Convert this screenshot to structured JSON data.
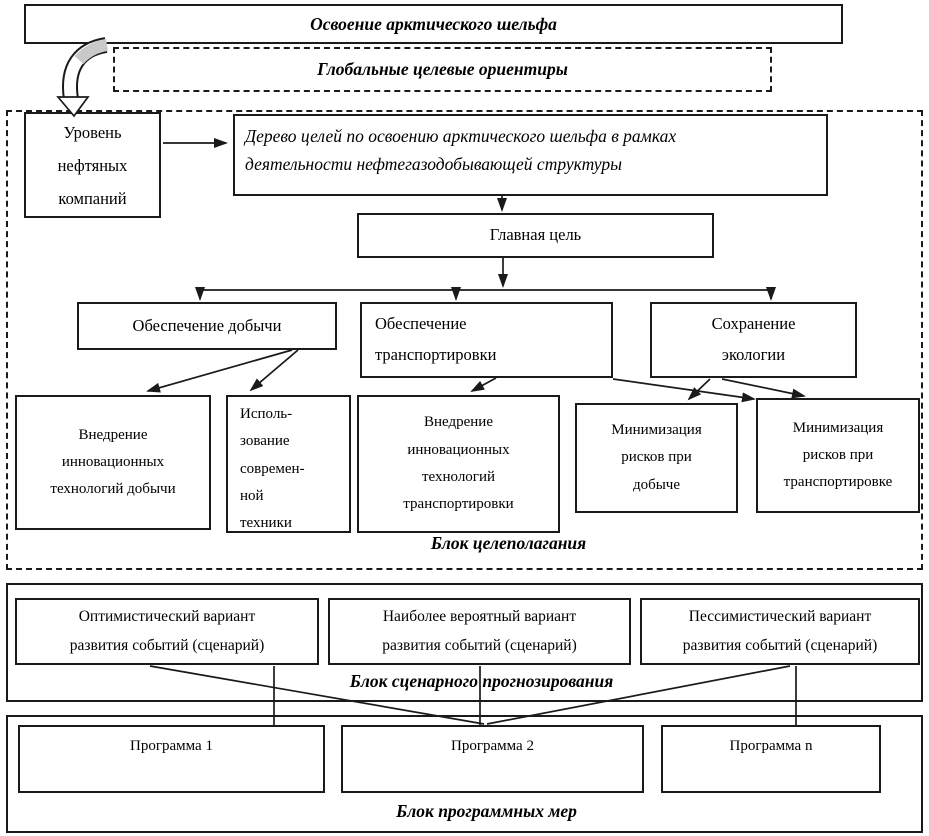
{
  "top_banner": {
    "title": "Освоение арктического шельфа"
  },
  "global_targets": {
    "title": "Глобальные целевые ориентиры"
  },
  "goal_block": {
    "label": "Блок целеполагания",
    "oil_companies_level": "Уровень\nнефтяных\nкомпаний",
    "goal_tree": "Дерево целей по освоению арктического шельфа в рамках\nдеятельности нефтегазодобывающей структуры",
    "main_goal": "Главная цель",
    "branches": [
      {
        "label": "Обеспечение добычи"
      },
      {
        "label": "Обеспечение\nтранспортировки"
      },
      {
        "label": "Сохранение\nэкологии"
      }
    ],
    "leaves": [
      {
        "label": "Внедрение\nинновационных\nтехнологий добычи"
      },
      {
        "label": "Исполь-\nзование\nсовремен-\nной\nтехники"
      },
      {
        "label": "Внедрение\nинновационных\nтехнологий\nтранспортировки"
      },
      {
        "label": "Минимизация\nрисков при\nдобыче"
      },
      {
        "label": "Минимизация\nрисков при\nтранспортировке"
      }
    ]
  },
  "scenario_block": {
    "label": "Блок сценарного прогнозирования",
    "scenarios": [
      {
        "label": "Оптимистический вариант\nразвития событий (сценарий)"
      },
      {
        "label": "Наиболее вероятный вариант\nразвития событий (сценарий)"
      },
      {
        "label": "Пессимистический вариант\nразвития событий (сценарий)"
      }
    ]
  },
  "program_block": {
    "label": "Блок программных мер",
    "programs": [
      {
        "label": "Программа 1"
      },
      {
        "label": "Программа 2"
      },
      {
        "label": "Программа n"
      }
    ]
  },
  "colors": {
    "line": "#1a1a1a",
    "curved_arrow_fill": "#c9c9c9",
    "background": "#ffffff"
  }
}
